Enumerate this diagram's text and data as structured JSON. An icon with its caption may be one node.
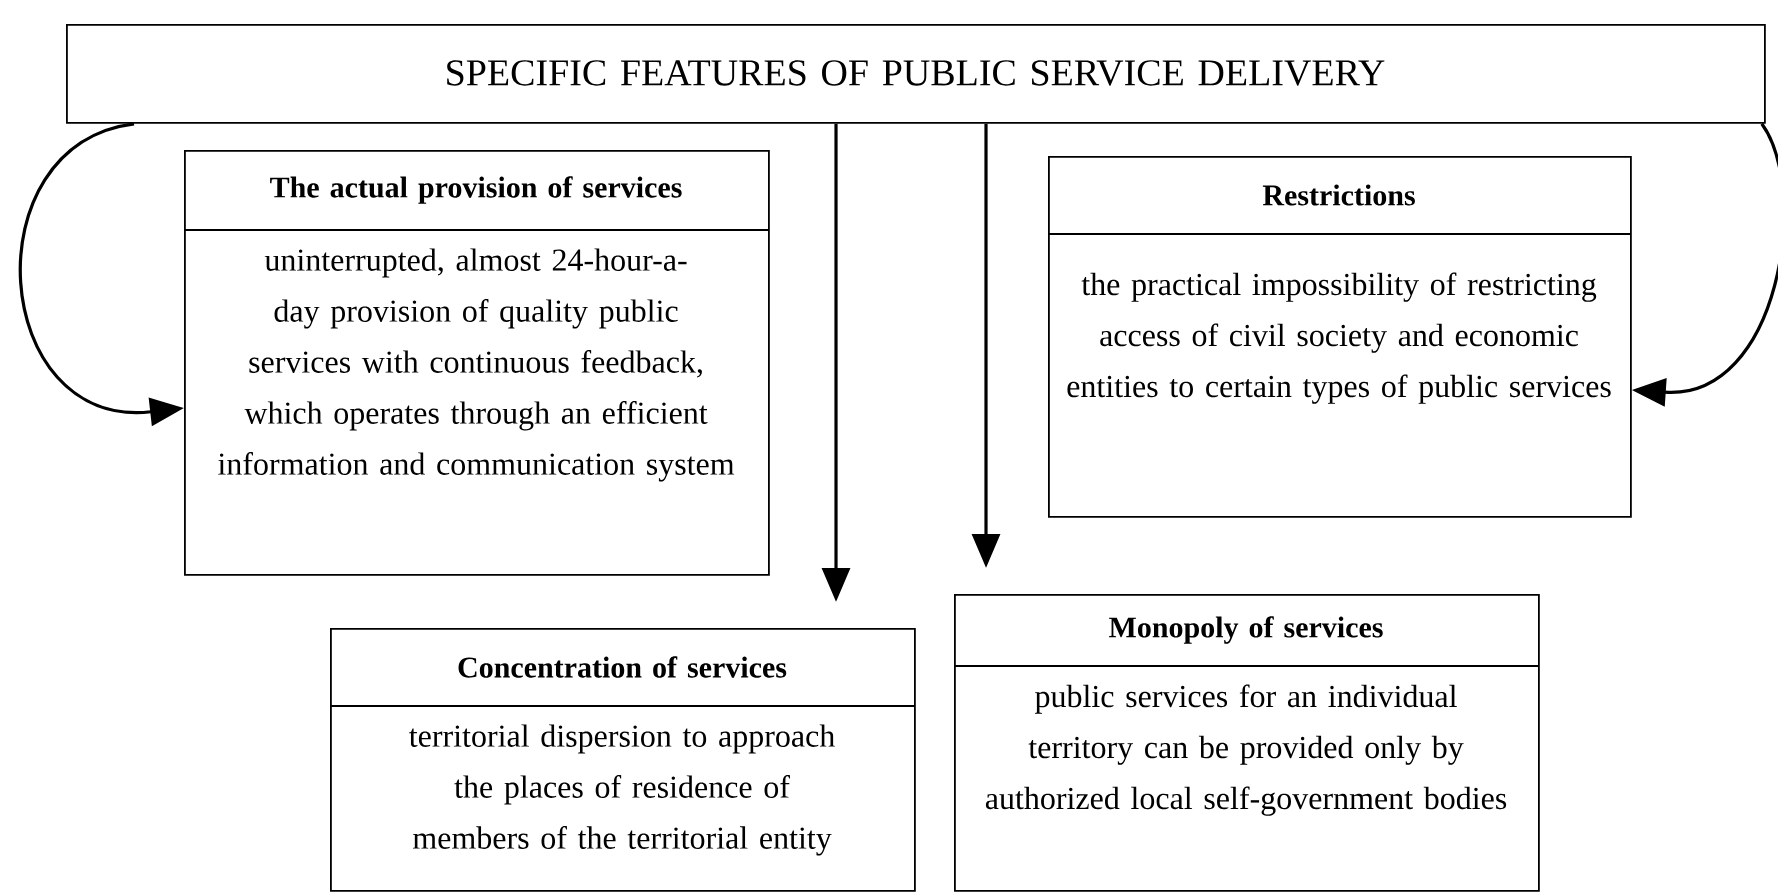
{
  "diagram": {
    "nodes": [
      {
        "text": [
          "SPECIFIC FEATURES OF PUBLIC SERVICE DELIVERY"
        ]
      },
      {
        "text": [
          "The actual provision of services",
          "uninterrupted, almost 24-hour-a-day provision of quality public services with continuous feedback, which operates through an efficient information and communication system"
        ]
      },
      {
        "text": [
          "Restrictions",
          "the practical impossibility of restricting access of civil society and economic entities to certain types of public services"
        ]
      },
      {
        "text": [
          "Concentration of services",
          "territorial dispersion to approach the places of residence of members of the territorial entity"
        ]
      },
      {
        "text": [
          "Monopoly of services",
          "public services for an individual territory can be provided only by authorized local self-government bodies"
        ]
      }
    ],
    "edges": [
      {
        "from": 0,
        "to": 1,
        "arrow": "to"
      },
      {
        "from": 0,
        "to": 2,
        "arrow": "to"
      },
      {
        "from": 0,
        "to": 3,
        "arrow": "to"
      },
      {
        "from": 0,
        "to": 4,
        "arrow": "to"
      }
    ]
  }
}
